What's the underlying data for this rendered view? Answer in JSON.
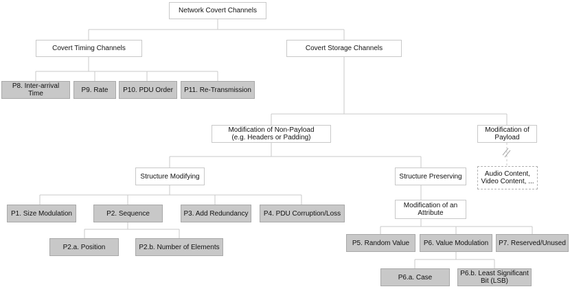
{
  "diagram": {
    "root": "Network Covert Channels",
    "timing": {
      "label": "Covert Timing Channels",
      "leaves": [
        "P8. Inter-arrival Time",
        "P9. Rate",
        "P10. PDU Order",
        "P11. Re-Transmission"
      ]
    },
    "storage": {
      "label": "Covert Storage Channels",
      "non_payload": {
        "label_line1": "Modification of Non-Payload",
        "label_line2": "(e.g. Headers or Padding)",
        "structure_modifying": {
          "label": "Structure Modifying",
          "leaves": [
            "P1. Size Modulation",
            "P2. Sequence",
            "P3. Add Redundancy",
            "P4. PDU Corruption/Loss"
          ],
          "sequence_children": [
            "P2.a. Position",
            "P2.b. Number of Elements"
          ]
        },
        "structure_preserving": {
          "label": "Structure Preserving",
          "attribute": {
            "label_line1": "Modification of an",
            "label_line2": "Attribute",
            "leaves": [
              "P5. Random Value",
              "P6. Value Modulation",
              "P7. Reserved/Unused"
            ],
            "value_modulation_children": {
              "case": "P6.a. Case",
              "lsb_line1": "P6.b. Least Significant",
              "lsb_line2": "Bit (LSB)"
            }
          }
        }
      },
      "payload": {
        "label_line1": "Modification of",
        "label_line2": "Payload",
        "content_line1": "Audio Content,",
        "content_line2": "Video Content, ..."
      }
    }
  }
}
